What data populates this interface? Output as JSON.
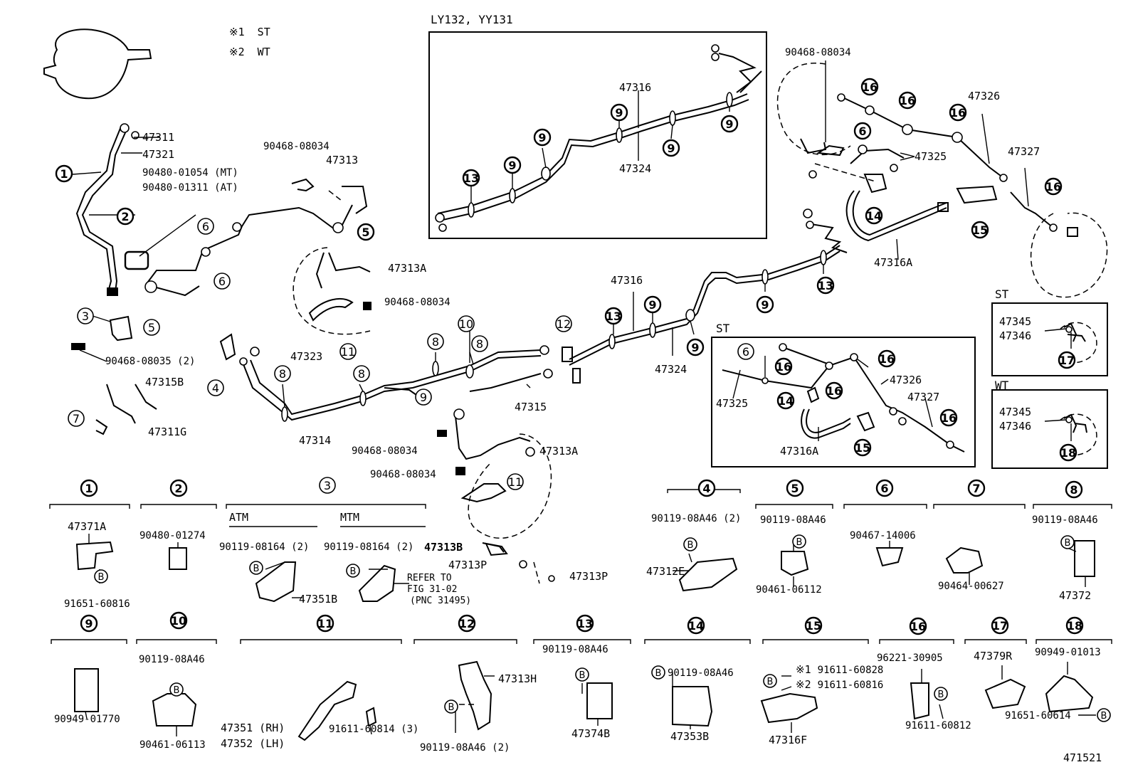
{
  "legend": [
    {
      "mark": "※1",
      "text": "ST"
    },
    {
      "mark": "※2",
      "text": "WT"
    }
  ],
  "insets": {
    "ly": "LY132, YY131",
    "st_mid": "ST",
    "st_right": "ST",
    "wt_right": "WT"
  },
  "parts": {
    "p47311": "47311",
    "p47321": "47321",
    "p90480_01054": "90480-01054 (MT)",
    "p90480_01311": "90480-01311 (AT)",
    "p90468_08034": "90468-08034",
    "p47313": "47313",
    "p47313A": "47313A",
    "p47323": "47323",
    "p47314": "47314",
    "p47315": "47315",
    "p47315B": "47315B",
    "p47311G": "47311G",
    "p90468_08035": "90468-08035 (2)",
    "p47316": "47316",
    "p47324": "47324",
    "p47325": "47325",
    "p47326": "47326",
    "p47327": "47327",
    "p47316A": "47316A",
    "p47345": "47345",
    "p47346": "47346",
    "p47313B": "47313B",
    "p47313P": "47313P",
    "ref1": "REFER TO",
    "ref2": "FIG 31-02",
    "ref3": "(PNC 31495)",
    "atm": "ATM",
    "mtm": "MTM",
    "p47371A": "47371A",
    "p91651_60816": "91651-60816",
    "p90480_01274": "90480-01274",
    "p90119_08164": "90119-08164 (2)",
    "p47351B": "47351B",
    "p90119_08A46_2": "90119-08A46 (2)",
    "p90119_08A46": "90119-08A46",
    "p47312E": "47312E",
    "p90461_06112": "90461-06112",
    "p90467_14006": "90467-14006",
    "p90464_00627": "90464-00627",
    "p47372": "47372",
    "p90949_01770": "90949-01770",
    "p90461_06113": "90461-06113",
    "p47351": "47351 (RH)",
    "p47352": "47352 (LH)",
    "p91611_60814": "91611-60814 (3)",
    "p47313H": "47313H",
    "p47374B": "47374B",
    "p47353B": "47353B",
    "p91611_60828": "91611-60828",
    "p91611_60816": "91611-60816",
    "p47316F": "47316F",
    "p96221_30905": "96221-30905",
    "p91611_60812": "91611-60812",
    "p47379R": "47379R",
    "p90949_01013": "90949-01013",
    "p91651_60614": "91651-60614",
    "fig_no": "471521"
  },
  "bolt_mark": "B"
}
